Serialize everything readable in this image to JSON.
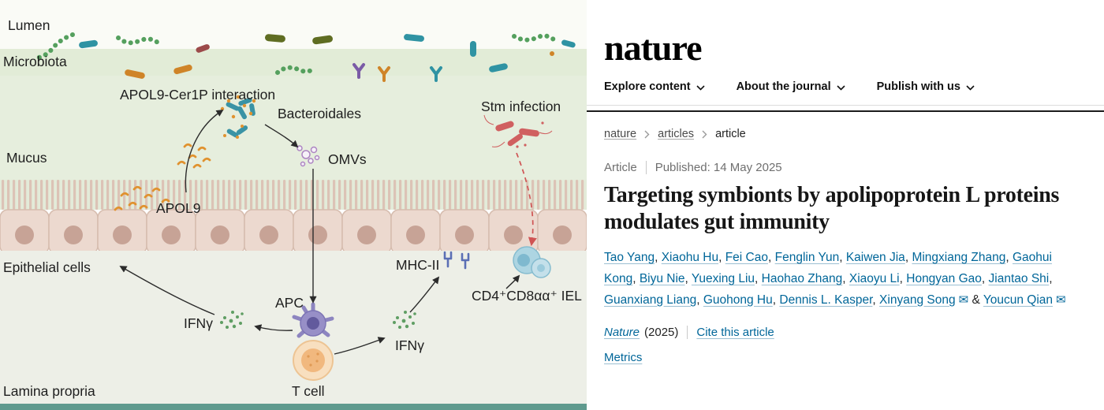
{
  "figure": {
    "labels": {
      "lumen": "Lumen",
      "microbiota": "Microbiota",
      "apol9_cer1p_interaction": "APOL9-Cer1P interaction",
      "bacteroidales": "Bacteroidales",
      "stm_infection": "Stm infection",
      "mucus": "Mucus",
      "omvs": "OMVs",
      "apol9": "APOL9",
      "epithelial_cells": "Epithelial cells",
      "mhc_ii": "MHC-II",
      "iel": "CD4⁺CD8αα⁺ IEL",
      "apc": "APC",
      "ifng_left": "IFNγ",
      "ifng_right": "IFNγ",
      "t_cell": "T cell",
      "lamina_propria": "Lamina propria"
    }
  },
  "site": {
    "logo": "nature",
    "nav": [
      {
        "label": "Explore content"
      },
      {
        "label": "About the journal"
      },
      {
        "label": "Publish with us"
      }
    ],
    "breadcrumbs": [
      {
        "label": "nature"
      },
      {
        "label": "articles"
      },
      {
        "label": "article"
      }
    ]
  },
  "article": {
    "type_label": "Article",
    "published_label": "Published:",
    "published_date": "14 May 2025",
    "title": "Targeting symbionts by apolipoprotein L proteins modulates gut immunity",
    "authors": [
      {
        "name": "Tao Yang"
      },
      {
        "name": "Xiaohu Hu"
      },
      {
        "name": "Fei Cao"
      },
      {
        "name": "Fenglin Yun"
      },
      {
        "name": "Kaiwen Jia"
      },
      {
        "name": "Mingxiang Zhang"
      },
      {
        "name": "Gaohui Kong"
      },
      {
        "name": "Biyu Nie"
      },
      {
        "name": "Yuexing Liu"
      },
      {
        "name": "Haohao Zhang"
      },
      {
        "name": "Xiaoyu Li"
      },
      {
        "name": "Hongyan Gao"
      },
      {
        "name": "Jiantao Shi"
      },
      {
        "name": "Guanxiang Liang"
      },
      {
        "name": "Guohong Hu"
      },
      {
        "name": "Dennis L. Kasper"
      },
      {
        "name": "Xinyang Song",
        "email": true
      },
      {
        "name": "Youcun Qian",
        "email": true
      }
    ],
    "author_separator": ", ",
    "author_final_separator": " & ",
    "journal_name": "Nature",
    "journal_year": "(2025)",
    "cite_link": "Cite this article",
    "metrics_link": "Metrics"
  },
  "icons": {
    "email_glyph": "✉"
  },
  "colors": {
    "link": "#006699",
    "header_rule": "#1c1c1c",
    "mucus_green": "#e6eedd",
    "cell_pink": "#ecd9cf",
    "stm_red": "#d06060"
  }
}
